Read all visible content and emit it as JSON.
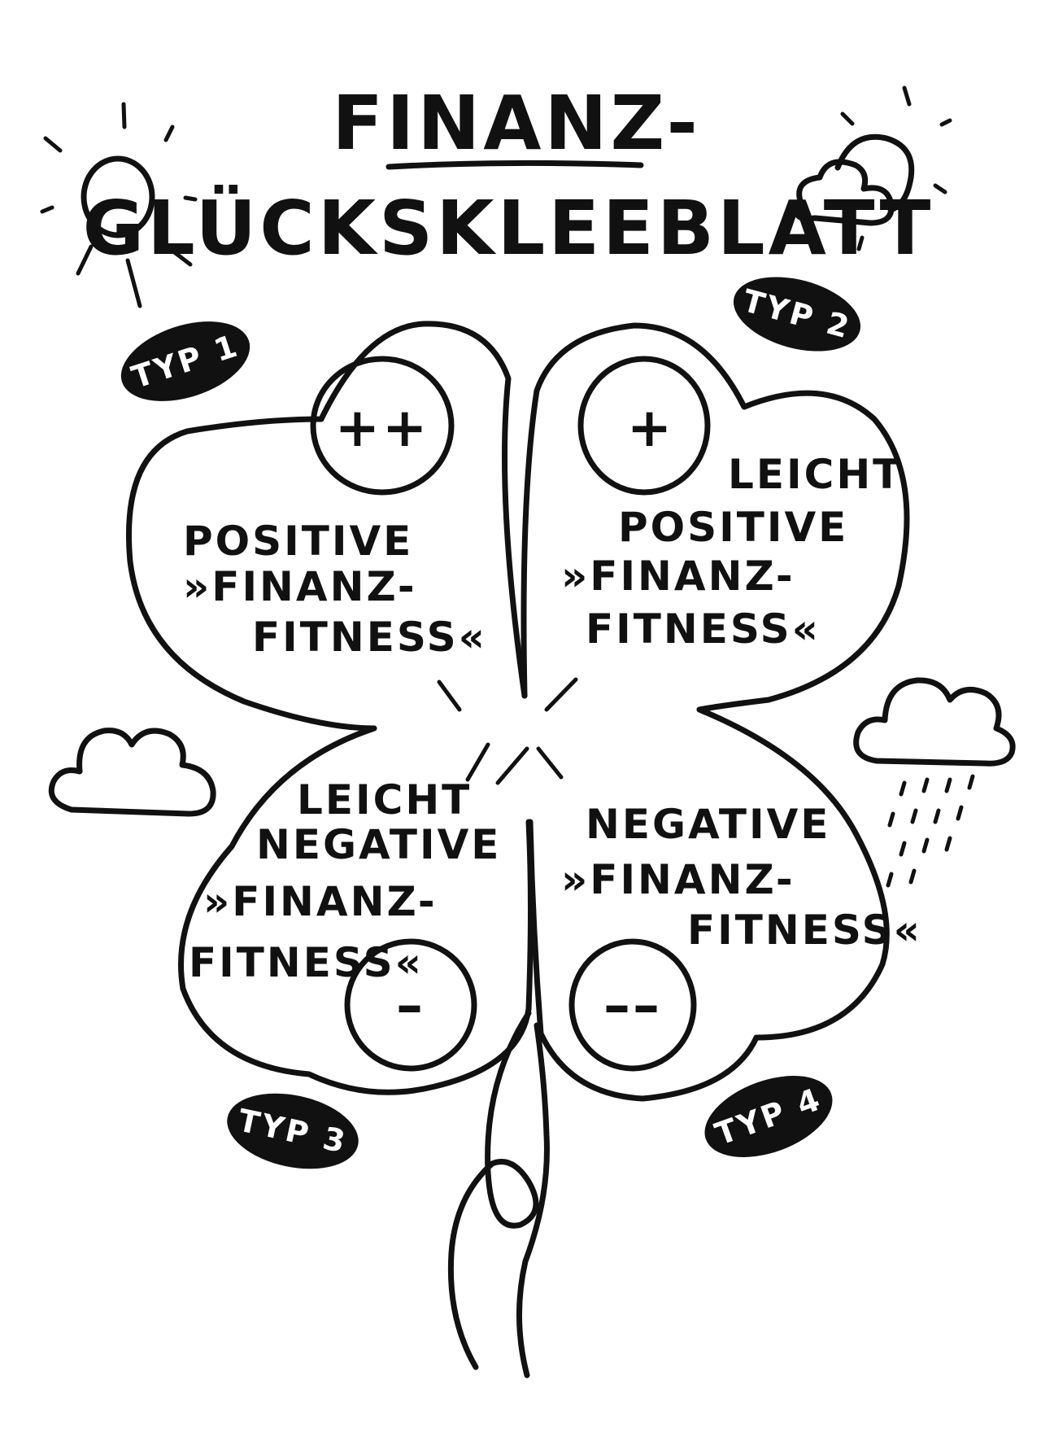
{
  "title": {
    "line1": "FINANZ-",
    "line2": "GLÜCKSKLEEBLATT"
  },
  "leaves": [
    {
      "type_label": "TYP 1",
      "sign": "++",
      "lines": [
        "POSITIVE",
        "»FINANZ-",
        "FITNESS«"
      ]
    },
    {
      "type_label": "TYP 2",
      "sign": "+",
      "lines": [
        "LEICHT",
        "POSITIVE",
        "»FINANZ-",
        "FITNESS«"
      ]
    },
    {
      "type_label": "TYP 3",
      "sign": "–",
      "lines": [
        "LEICHT",
        "NEGATIVE",
        "»FINANZ-",
        "FITNESS«"
      ]
    },
    {
      "type_label": "TYP 4",
      "sign": "––",
      "lines": [
        "NEGATIVE",
        "»FINANZ-",
        "FITNESS«"
      ]
    }
  ],
  "icons": {
    "top_left": "sun-icon",
    "top_right": "sun-behind-cloud-icon",
    "middle_left": "cloud-icon",
    "middle_right": "rain-cloud-icon"
  },
  "colors": {
    "ink": "#111111",
    "paper": "#ffffff"
  }
}
